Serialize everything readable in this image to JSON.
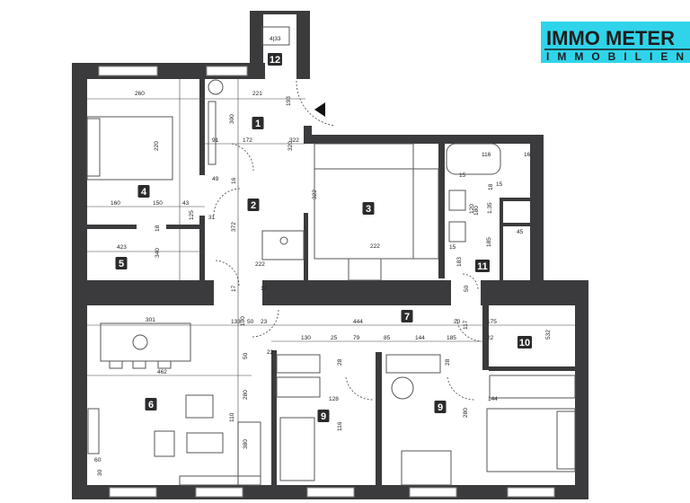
{
  "logo": {
    "line1": "IMMO METER",
    "line2": "IMMOBILIEN",
    "color": "#2fd4ea"
  },
  "wall_color": "#3b3b3d",
  "rooms": [
    "1",
    "2",
    "3",
    "4",
    "5",
    "6",
    "7",
    "9",
    "9",
    "10",
    "11",
    "12"
  ],
  "dimensions": [
    "260",
    "221",
    "300",
    "193",
    "91",
    "172",
    "322",
    "320",
    "220",
    "49",
    "16",
    "160",
    "150",
    "43",
    "125",
    "31",
    "322",
    "372",
    "18",
    "423",
    "340",
    "222",
    "222",
    "17",
    "17",
    "301",
    "133",
    "100",
    "50",
    "23",
    "444",
    "20",
    "175",
    "532",
    "130",
    "25",
    "79",
    "85",
    "144",
    "185",
    "22",
    "117",
    "22",
    "50",
    "28",
    "28",
    "462",
    "280",
    "128",
    "116",
    "144",
    "280",
    "110",
    "380",
    "60",
    "30",
    "116",
    "16",
    "15",
    "15",
    "18",
    "120",
    "180",
    "1.35",
    "185",
    "45",
    "183",
    "15",
    "50",
    "4|33"
  ]
}
